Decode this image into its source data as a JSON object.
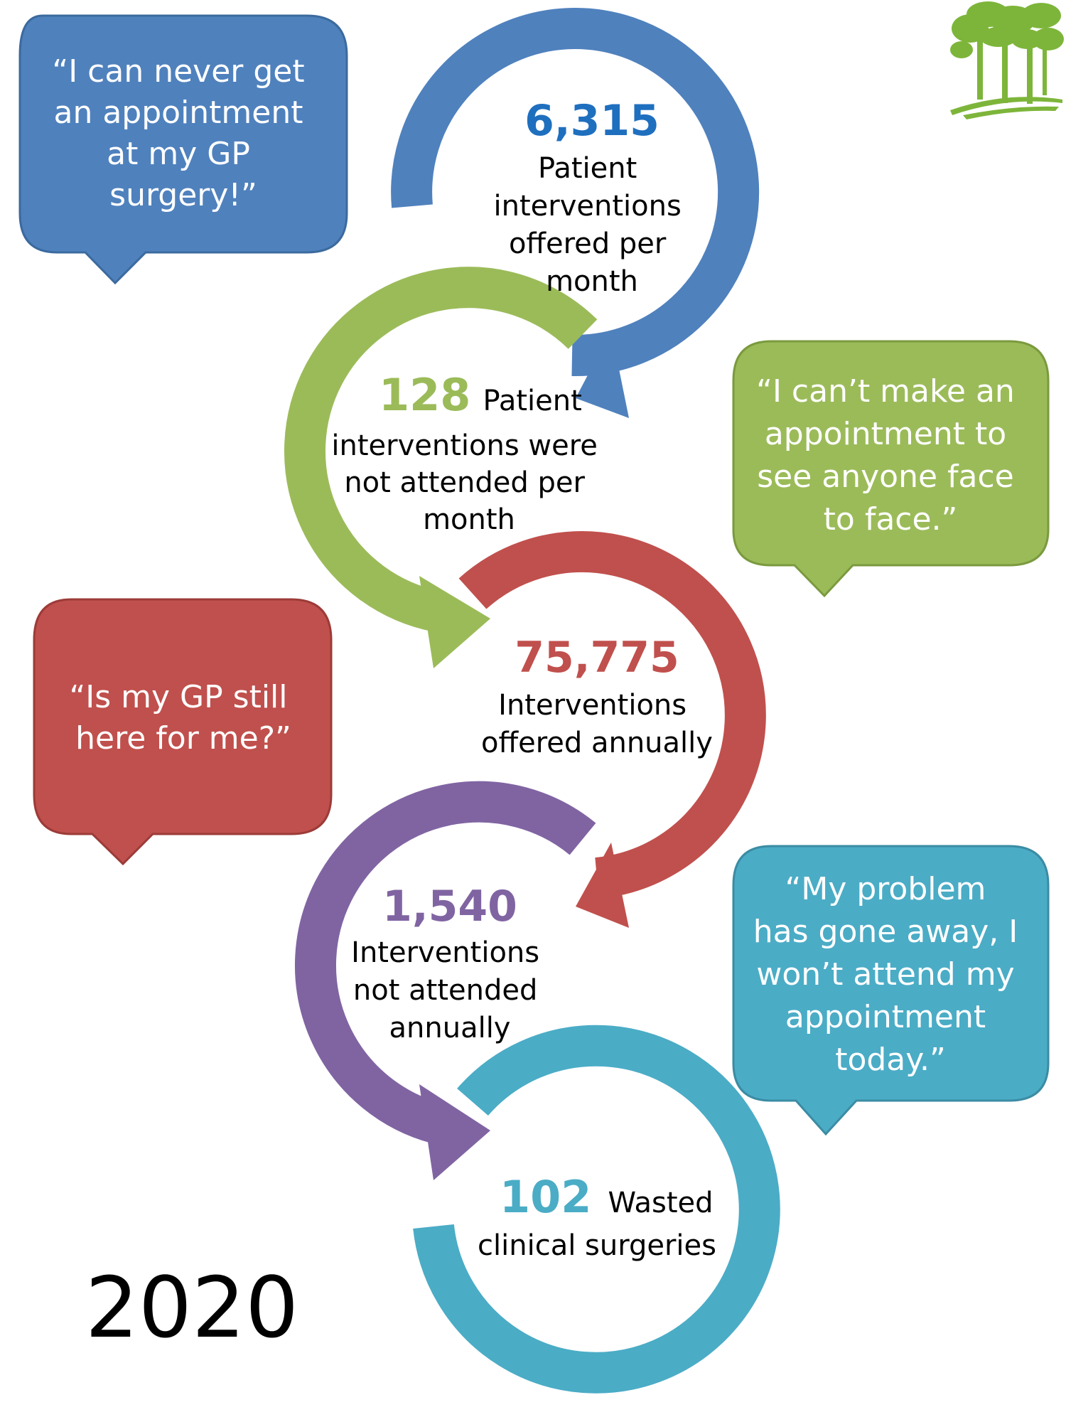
{
  "year": "2020",
  "colors": {
    "blue": "#4F81BD",
    "green": "#9BBB59",
    "red": "#C0504D",
    "purple": "#8064A2",
    "teal": "#4BACC6",
    "dark_blue": "#1F6FBF",
    "logo_green": "#7DB53A"
  },
  "bubbles": {
    "blue": [
      "“I can never get",
      "an appointment",
      "at my GP",
      "surgery!”"
    ],
    "green": [
      "“I can’t make an",
      "appointment to",
      "see anyone face",
      "to face.”"
    ],
    "red": [
      "“Is my GP still",
      "here for me?”"
    ],
    "teal": [
      "“My problem",
      "has gone away, I",
      "won’t attend my",
      "appointment",
      "today.”"
    ]
  },
  "stats": {
    "s1": {
      "number": "6,315",
      "label_lines": [
        "Patient",
        "interventions",
        "offered per",
        "month"
      ]
    },
    "s2": {
      "number": "128",
      "label_first": "Patient",
      "label_lines": [
        "interventions were",
        "not attended per",
        "month"
      ]
    },
    "s3": {
      "number": "75,775",
      "label_lines": [
        "Interventions",
        "offered annually"
      ]
    },
    "s4": {
      "number": "1,540",
      "label_lines": [
        "Interventions",
        "not attended",
        "annually"
      ]
    },
    "s5": {
      "number": "102",
      "label_first": "Wasted",
      "label_lines": [
        "clinical surgeries"
      ]
    }
  }
}
